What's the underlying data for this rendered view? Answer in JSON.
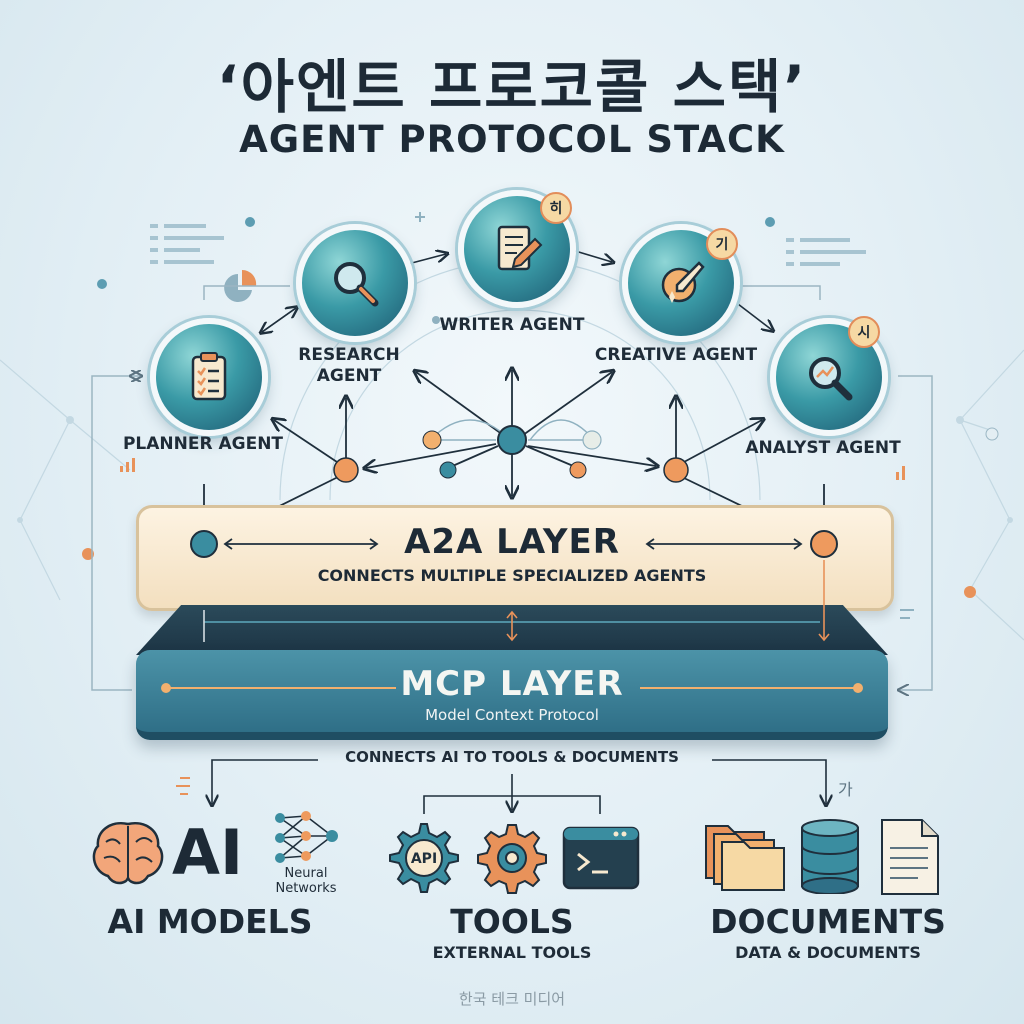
{
  "title": {
    "korean": "‘아엔트 프로코콜 스택’",
    "english": "AGENT PROTOCOL STACK"
  },
  "agents": [
    {
      "id": "planner",
      "label": "PLANNER AGENT",
      "icon": "clipboard-checklist-icon",
      "badge": ""
    },
    {
      "id": "research",
      "label": "RESEARCH AGENT",
      "icon": "magnifier-icon",
      "badge": ""
    },
    {
      "id": "writer",
      "label": "WRITER AGENT",
      "icon": "document-pen-icon",
      "badge": "히"
    },
    {
      "id": "creative",
      "label": "CREATIVE AGENT",
      "icon": "paintbrush-icon",
      "badge": "기"
    },
    {
      "id": "analyst",
      "label": "ANALYST AGENT",
      "icon": "magnifier-chart-icon",
      "badge": "시"
    }
  ],
  "a2a_layer": {
    "title": "A2A LAYER",
    "subtitle": "CONNECTS MULTIPLE SPECIALIZED AGENTS"
  },
  "mcp_layer": {
    "title": "MCP LAYER",
    "subtitle": "Model Context Protocol"
  },
  "connects_label": "CONNECTS AI TO TOOLS & DOCUMENTS",
  "bottom": {
    "ai_models": {
      "title": "AI MODELS",
      "big_text": "AI",
      "neural_label": "Neural Networks",
      "icons": [
        "brain-icon",
        "neural-network-icon"
      ]
    },
    "tools": {
      "title": "TOOLS",
      "subtitle": "EXTERNAL TOOLS",
      "api_label": "API",
      "icons": [
        "api-gear-icon",
        "gear-icon",
        "terminal-icon"
      ]
    },
    "documents": {
      "title": "DOCUMENTS",
      "subtitle": "DATA & DOCUMENTS",
      "icons": [
        "folders-icon",
        "database-icon",
        "file-icon"
      ]
    },
    "corner_mark": "가"
  },
  "footer": "한국 테크 미디어",
  "colors": {
    "teal": "#2f6f87",
    "orange": "#e8925a",
    "cream": "#f6e7cf",
    "navy": "#1d2a36"
  }
}
